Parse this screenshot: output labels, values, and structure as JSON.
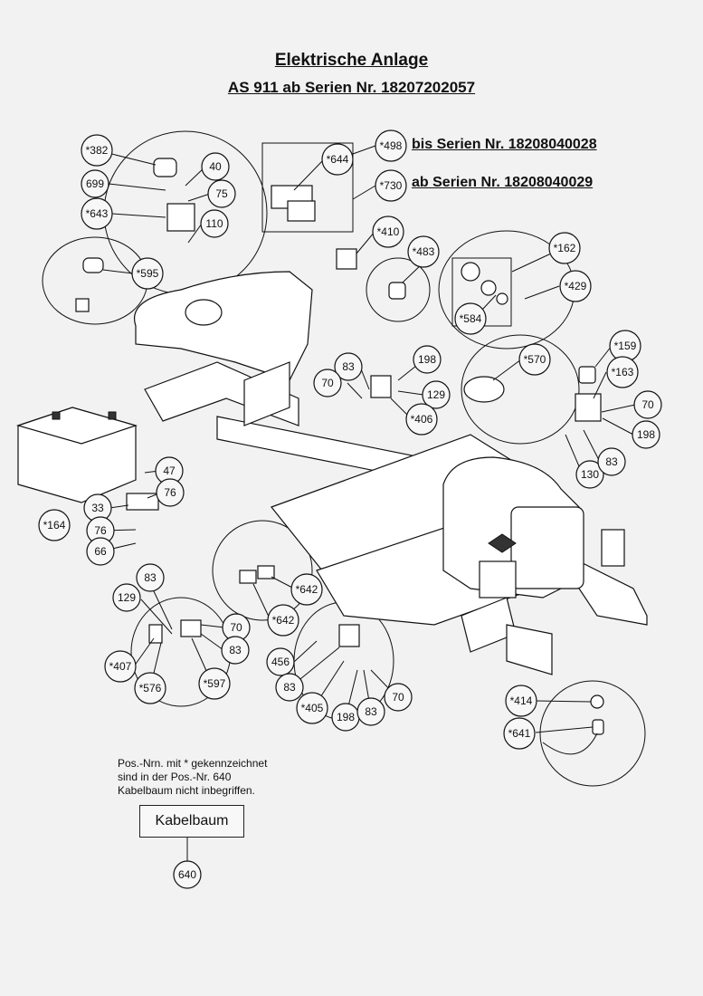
{
  "title": "Elektrische Anlage",
  "subtitle": "AS 911 ab Serien Nr. 18207202057",
  "serial_before": "bis Serien Nr. 18208040028",
  "serial_after": "ab Serien Nr. 18208040029",
  "note_lines": [
    "Pos.-Nrn. mit * gekennzeichnet",
    "sind in der Pos.-Nr. 640",
    "Kabelbaum nicht inbegriffen."
  ],
  "kabelbaum_label": "Kabelbaum",
  "callouts": [
    {
      "label": "*382"
    },
    {
      "label": "40"
    },
    {
      "label": "699"
    },
    {
      "label": "75"
    },
    {
      "label": "*643"
    },
    {
      "label": "110"
    },
    {
      "label": "*644"
    },
    {
      "label": "*498"
    },
    {
      "label": "*730"
    },
    {
      "label": "*410"
    },
    {
      "label": "*483"
    },
    {
      "label": "*162"
    },
    {
      "label": "*429"
    },
    {
      "label": "*584"
    },
    {
      "label": "*595"
    },
    {
      "label": "*570"
    },
    {
      "label": "*159"
    },
    {
      "label": "*163"
    },
    {
      "label": "70"
    },
    {
      "label": "198"
    },
    {
      "label": "130"
    },
    {
      "label": "83"
    },
    {
      "label": "83"
    },
    {
      "label": "70"
    },
    {
      "label": "198"
    },
    {
      "label": "129"
    },
    {
      "label": "*406"
    },
    {
      "label": "47"
    },
    {
      "label": "76"
    },
    {
      "label": "33"
    },
    {
      "label": "*164"
    },
    {
      "label": "76"
    },
    {
      "label": "66"
    },
    {
      "label": "83"
    },
    {
      "label": "129"
    },
    {
      "label": "70"
    },
    {
      "label": "83"
    },
    {
      "label": "*407"
    },
    {
      "label": "*576"
    },
    {
      "label": "*597"
    },
    {
      "label": "*642"
    },
    {
      "label": "*642"
    },
    {
      "label": "456"
    },
    {
      "label": "83"
    },
    {
      "label": "*405"
    },
    {
      "label": "198"
    },
    {
      "label": "83"
    },
    {
      "label": "70"
    },
    {
      "label": "*414"
    },
    {
      "label": "*641"
    },
    {
      "label": "640"
    }
  ]
}
